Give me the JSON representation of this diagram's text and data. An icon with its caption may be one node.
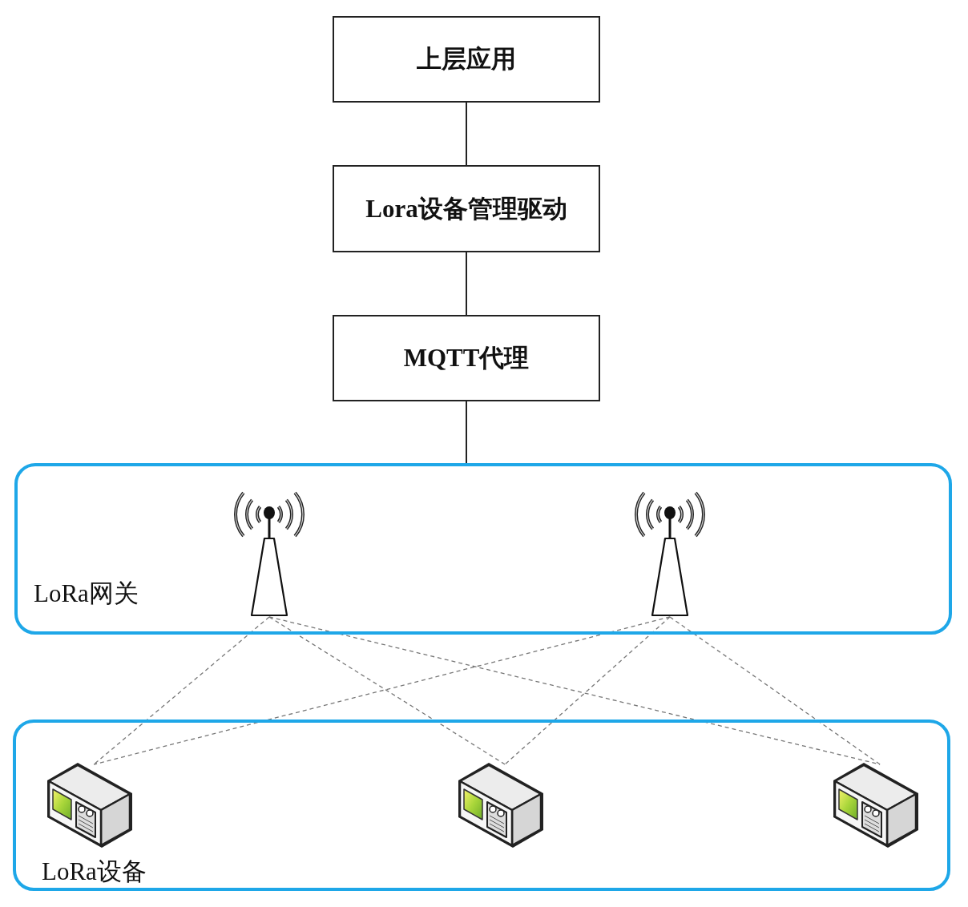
{
  "diagram": {
    "nodes": [
      {
        "text": [
          "上层应用"
        ]
      },
      {
        "text": [
          "Lora设备管理驱动"
        ]
      },
      {
        "text": [
          "MQTT代理"
        ]
      },
      {
        "text": [
          "LoRa网关"
        ]
      },
      {
        "text": [],
        "shape": "picture",
        "in": 3
      },
      {
        "text": [],
        "shape": "picture",
        "in": 3
      },
      {
        "text": [
          "LoRa设备"
        ]
      },
      {
        "text": [],
        "shape": "picture",
        "in": 6
      },
      {
        "text": [],
        "shape": "picture",
        "in": 6
      },
      {
        "text": [],
        "shape": "picture",
        "in": 6
      }
    ],
    "edges": [
      {
        "from": 0,
        "to": 1,
        "arrow": "none"
      },
      {
        "from": 1,
        "to": 2,
        "arrow": "none"
      },
      {
        "from": 2,
        "to": 3,
        "arrow": "none"
      },
      {
        "from": 4,
        "to": 7,
        "arrow": "none",
        "style": "dashed"
      },
      {
        "from": 4,
        "to": 8,
        "arrow": "none",
        "style": "dashed"
      },
      {
        "from": 4,
        "to": 9,
        "arrow": "none",
        "style": "dashed"
      },
      {
        "from": 5,
        "to": 7,
        "arrow": "none",
        "style": "dashed"
      },
      {
        "from": 5,
        "to": 8,
        "arrow": "none",
        "style": "dashed"
      },
      {
        "from": 5,
        "to": 9,
        "arrow": "none",
        "style": "dashed"
      }
    ]
  }
}
